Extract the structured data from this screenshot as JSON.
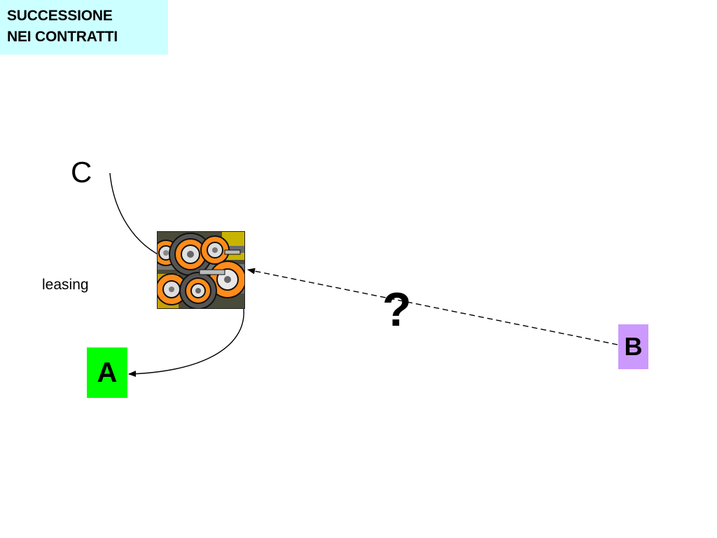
{
  "title": {
    "line1": "SUCCESSIONE",
    "line2": "NEI CONTRATTI"
  },
  "nodes": {
    "c": "C",
    "a": "A",
    "b": "B",
    "leasing": "leasing",
    "question": "?"
  },
  "image": {
    "icon": "machinery-gears-icon"
  },
  "colors": {
    "title_bg": "#ccffff",
    "box_a": "#00ff00",
    "box_b": "#cc99ff",
    "gear_orange": "#ff8c1a"
  }
}
